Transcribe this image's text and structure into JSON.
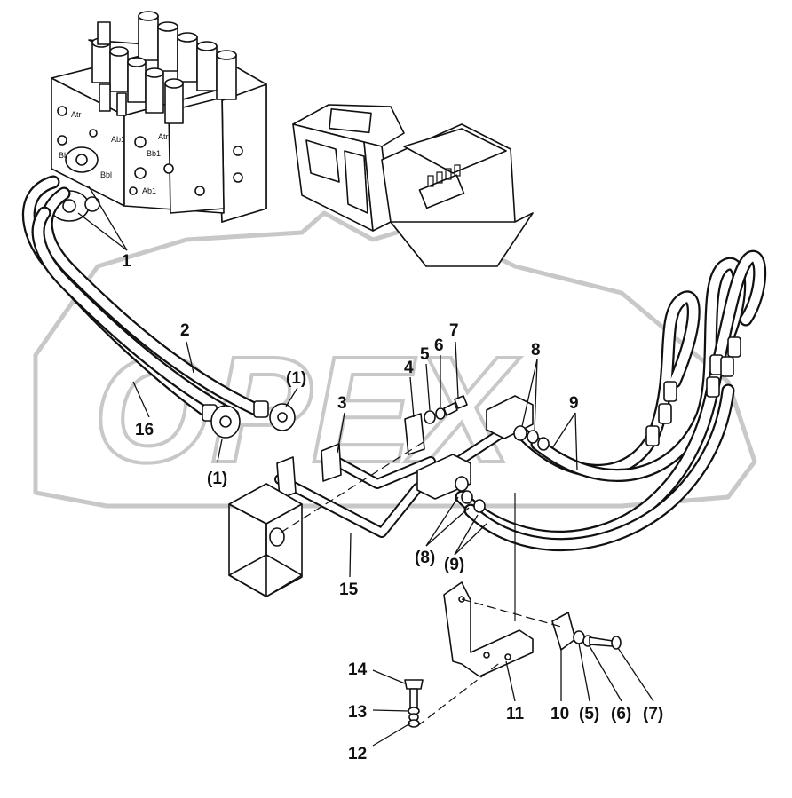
{
  "watermark": "OPEX",
  "valve_port_labels": [
    "Atr",
    "Atr",
    "Ab1",
    "Bb1",
    "Ab1",
    "Bbl",
    "Bb",
    "Ab"
  ],
  "callouts": [
    {
      "id": "c-1",
      "text": "1"
    },
    {
      "id": "c-2",
      "text": "2"
    },
    {
      "id": "c-16",
      "text": "16"
    },
    {
      "id": "c-1p-top",
      "text": "(1)"
    },
    {
      "id": "c-1p-bottom",
      "text": "(1)"
    },
    {
      "id": "c-3",
      "text": "3"
    },
    {
      "id": "c-4",
      "text": "4"
    },
    {
      "id": "c-5",
      "text": "5"
    },
    {
      "id": "c-6",
      "text": "6"
    },
    {
      "id": "c-7",
      "text": "7"
    },
    {
      "id": "c-8",
      "text": "8"
    },
    {
      "id": "c-9",
      "text": "9"
    },
    {
      "id": "c-15",
      "text": "15"
    },
    {
      "id": "c-8p",
      "text": "(8)"
    },
    {
      "id": "c-9p",
      "text": "(9)"
    },
    {
      "id": "c-14",
      "text": "14"
    },
    {
      "id": "c-13",
      "text": "13"
    },
    {
      "id": "c-12",
      "text": "12"
    },
    {
      "id": "c-11",
      "text": "11"
    },
    {
      "id": "c-10",
      "text": "10"
    },
    {
      "id": "c-5p",
      "text": "(5)"
    },
    {
      "id": "c-6p",
      "text": "(6)"
    },
    {
      "id": "c-7p",
      "text": "(7)"
    }
  ]
}
